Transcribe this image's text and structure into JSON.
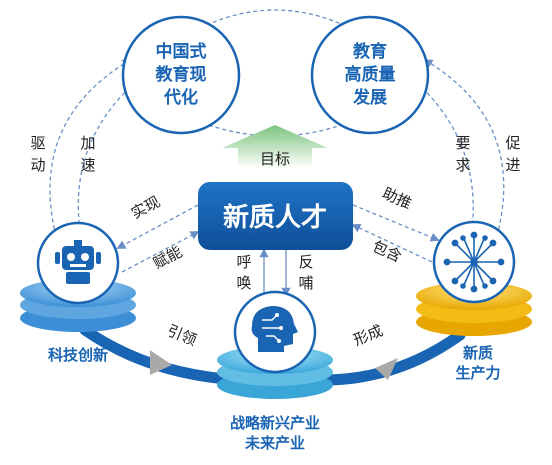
{
  "goals": {
    "modernization": [
      "中国式",
      "教育现",
      "代化"
    ],
    "quality": [
      "教育",
      "高质量",
      "发展"
    ]
  },
  "core": {
    "title": "新质人才",
    "arrow_label": "目标"
  },
  "side_labels": {
    "drive": [
      "驱",
      "动"
    ],
    "accelerate": [
      "加",
      "速"
    ],
    "require": [
      "要",
      "求"
    ],
    "promote": [
      "促",
      "进"
    ],
    "realize": "实现",
    "empower": "赋能",
    "assist": "助推",
    "include": "包含",
    "call": [
      "呼",
      "唤"
    ],
    "feed_back": [
      "反",
      "哺"
    ],
    "lead": "引领",
    "form": "形成"
  },
  "nodes": {
    "tech": "科技创新",
    "productivity": [
      "新质",
      "生产力"
    ],
    "industry": [
      "战略新兴产业",
      "未来产业"
    ]
  },
  "colors": {
    "primary_blue": "#1a64b4",
    "light_blue": "#6fb2e6",
    "green": "#7cc47e",
    "gold": "#f2b705",
    "gray_arrow": "#a9a9a9"
  }
}
